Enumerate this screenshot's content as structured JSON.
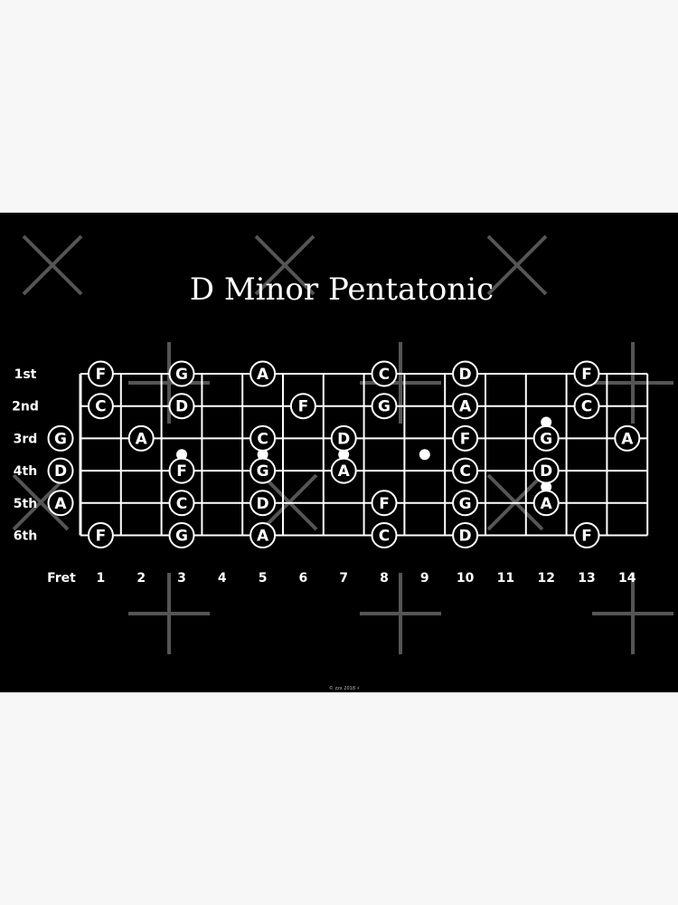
{
  "title": "D Minor Pentatonic",
  "credit": "© zzx 2018 ⚡",
  "string_labels": [
    "1st",
    "2nd",
    "3rd",
    "4th",
    "5th",
    "6th"
  ],
  "fret_label": "Fret",
  "fret_numbers": [
    "1",
    "2",
    "3",
    "4",
    "5",
    "6",
    "7",
    "8",
    "9",
    "10",
    "11",
    "12",
    "13",
    "14"
  ],
  "inlay_frets": [
    3,
    5,
    7,
    9,
    12
  ],
  "colors": {
    "background": "#000000",
    "lines": "#ffffff",
    "note_text": "#ffffff",
    "watermark": "#555555"
  },
  "notes": [
    {
      "string": 1,
      "fret": 1,
      "name": "F"
    },
    {
      "string": 1,
      "fret": 3,
      "name": "G"
    },
    {
      "string": 1,
      "fret": 5,
      "name": "A"
    },
    {
      "string": 1,
      "fret": 8,
      "name": "C"
    },
    {
      "string": 1,
      "fret": 10,
      "name": "D"
    },
    {
      "string": 1,
      "fret": 13,
      "name": "F"
    },
    {
      "string": 2,
      "fret": 1,
      "name": "C"
    },
    {
      "string": 2,
      "fret": 3,
      "name": "D"
    },
    {
      "string": 2,
      "fret": 6,
      "name": "F"
    },
    {
      "string": 2,
      "fret": 8,
      "name": "G"
    },
    {
      "string": 2,
      "fret": 10,
      "name": "A"
    },
    {
      "string": 2,
      "fret": 13,
      "name": "C"
    },
    {
      "string": 3,
      "fret": 0,
      "name": "G"
    },
    {
      "string": 3,
      "fret": 2,
      "name": "A"
    },
    {
      "string": 3,
      "fret": 5,
      "name": "C"
    },
    {
      "string": 3,
      "fret": 7,
      "name": "D"
    },
    {
      "string": 3,
      "fret": 10,
      "name": "F"
    },
    {
      "string": 3,
      "fret": 12,
      "name": "G"
    },
    {
      "string": 3,
      "fret": 14,
      "name": "A"
    },
    {
      "string": 4,
      "fret": 0,
      "name": "D"
    },
    {
      "string": 4,
      "fret": 3,
      "name": "F"
    },
    {
      "string": 4,
      "fret": 5,
      "name": "G"
    },
    {
      "string": 4,
      "fret": 7,
      "name": "A"
    },
    {
      "string": 4,
      "fret": 10,
      "name": "C"
    },
    {
      "string": 4,
      "fret": 12,
      "name": "D"
    },
    {
      "string": 5,
      "fret": 0,
      "name": "A"
    },
    {
      "string": 5,
      "fret": 3,
      "name": "C"
    },
    {
      "string": 5,
      "fret": 5,
      "name": "D"
    },
    {
      "string": 5,
      "fret": 8,
      "name": "F"
    },
    {
      "string": 5,
      "fret": 10,
      "name": "G"
    },
    {
      "string": 5,
      "fret": 12,
      "name": "A"
    },
    {
      "string": 6,
      "fret": 1,
      "name": "F"
    },
    {
      "string": 6,
      "fret": 3,
      "name": "G"
    },
    {
      "string": 6,
      "fret": 5,
      "name": "A"
    },
    {
      "string": 6,
      "fret": 8,
      "name": "C"
    },
    {
      "string": 6,
      "fret": 10,
      "name": "D"
    },
    {
      "string": 6,
      "fret": 13,
      "name": "F"
    }
  ]
}
